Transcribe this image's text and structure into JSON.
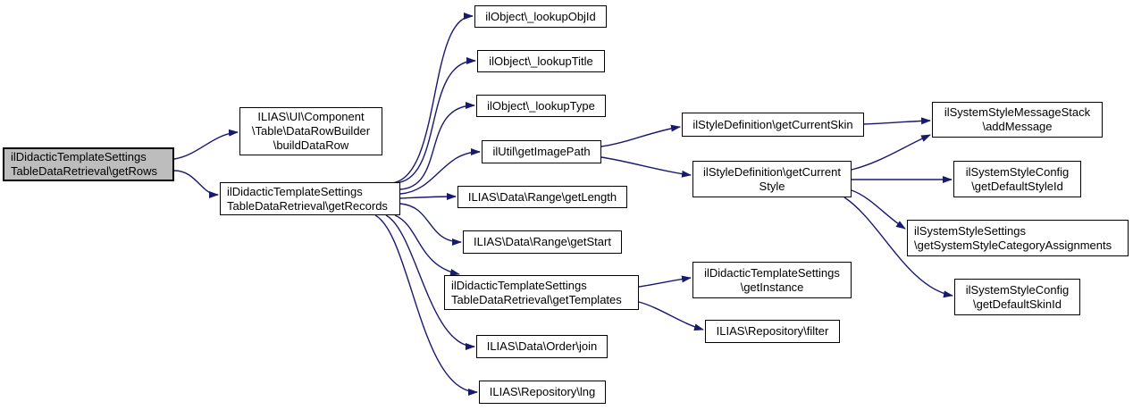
{
  "diagram": {
    "type": "call-graph",
    "colors": {
      "background": "#ffffff",
      "edge": "#191970",
      "node_fill": "#ffffff",
      "node_border": "#000000",
      "highlight_fill": "#bdbdbd",
      "text": "#000000"
    },
    "nodes": [
      {
        "id": "getRows",
        "highlighted": true,
        "label_lines": [
          "ilDidacticTemplateSettings",
          "TableDataRetrieval\\getRows"
        ]
      },
      {
        "id": "buildDataRow",
        "highlighted": false,
        "label_lines": [
          "ILIAS\\UI\\Component",
          "\\Table\\DataRowBuilder",
          "\\buildDataRow"
        ]
      },
      {
        "id": "getRecords",
        "highlighted": false,
        "label_lines": [
          "ilDidacticTemplateSettings",
          "TableDataRetrieval\\getRecords"
        ]
      },
      {
        "id": "lookupObjId",
        "highlighted": false,
        "label_lines": [
          "ilObject\\_lookupObjId"
        ]
      },
      {
        "id": "lookupTitle",
        "highlighted": false,
        "label_lines": [
          "ilObject\\_lookupTitle"
        ]
      },
      {
        "id": "lookupType",
        "highlighted": false,
        "label_lines": [
          "ilObject\\_lookupType"
        ]
      },
      {
        "id": "getImagePath",
        "highlighted": false,
        "label_lines": [
          "ilUtil\\getImagePath"
        ]
      },
      {
        "id": "getLength",
        "highlighted": false,
        "label_lines": [
          "ILIAS\\Data\\Range\\getLength"
        ]
      },
      {
        "id": "getStart",
        "highlighted": false,
        "label_lines": [
          "ILIAS\\Data\\Range\\getStart"
        ]
      },
      {
        "id": "getTemplates",
        "highlighted": false,
        "label_lines": [
          "ilDidacticTemplateSettings",
          "TableDataRetrieval\\getTemplates"
        ]
      },
      {
        "id": "join",
        "highlighted": false,
        "label_lines": [
          "ILIAS\\Data\\Order\\join"
        ]
      },
      {
        "id": "lng",
        "highlighted": false,
        "label_lines": [
          "ILIAS\\Repository\\lng"
        ]
      },
      {
        "id": "getCurrentSkin",
        "highlighted": false,
        "label_lines": [
          "ilStyleDefinition\\getCurrentSkin"
        ]
      },
      {
        "id": "getCurrentStyle",
        "highlighted": false,
        "label_lines": [
          "ilStyleDefinition\\getCurrent",
          "Style"
        ]
      },
      {
        "id": "getInstance",
        "highlighted": false,
        "label_lines": [
          "ilDidacticTemplateSettings",
          "\\getInstance"
        ]
      },
      {
        "id": "filter",
        "highlighted": false,
        "label_lines": [
          "ILIAS\\Repository\\filter"
        ]
      },
      {
        "id": "addMessage",
        "highlighted": false,
        "label_lines": [
          "ilSystemStyleMessageStack",
          "\\addMessage"
        ]
      },
      {
        "id": "getDefaultStyleId",
        "highlighted": false,
        "label_lines": [
          "ilSystemStyleConfig",
          "\\getDefaultStyleId"
        ]
      },
      {
        "id": "categoryAssignments",
        "highlighted": false,
        "label_lines": [
          "ilSystemStyleSettings",
          "\\getSystemStyleCategoryAssignments"
        ]
      },
      {
        "id": "getDefaultSkinId",
        "highlighted": false,
        "label_lines": [
          "ilSystemStyleConfig",
          "\\getDefaultSkinId"
        ]
      }
    ],
    "edges": [
      {
        "from": "getRows",
        "to": "buildDataRow"
      },
      {
        "from": "getRows",
        "to": "getRecords"
      },
      {
        "from": "getRecords",
        "to": "lookupObjId"
      },
      {
        "from": "getRecords",
        "to": "lookupTitle"
      },
      {
        "from": "getRecords",
        "to": "lookupType"
      },
      {
        "from": "getRecords",
        "to": "getImagePath"
      },
      {
        "from": "getRecords",
        "to": "getLength"
      },
      {
        "from": "getRecords",
        "to": "getStart"
      },
      {
        "from": "getRecords",
        "to": "getTemplates"
      },
      {
        "from": "getRecords",
        "to": "join"
      },
      {
        "from": "getRecords",
        "to": "lng"
      },
      {
        "from": "getImagePath",
        "to": "getCurrentSkin"
      },
      {
        "from": "getImagePath",
        "to": "getCurrentStyle"
      },
      {
        "from": "getCurrentSkin",
        "to": "addMessage"
      },
      {
        "from": "getCurrentStyle",
        "to": "addMessage"
      },
      {
        "from": "getCurrentStyle",
        "to": "getDefaultStyleId"
      },
      {
        "from": "getCurrentStyle",
        "to": "categoryAssignments"
      },
      {
        "from": "getCurrentStyle",
        "to": "getDefaultSkinId"
      },
      {
        "from": "getTemplates",
        "to": "getInstance"
      },
      {
        "from": "getTemplates",
        "to": "filter"
      }
    ]
  }
}
